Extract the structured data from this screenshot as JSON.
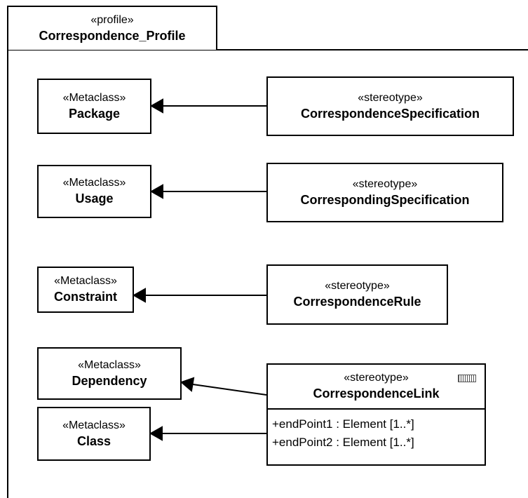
{
  "profile": {
    "stereotype": "«profile»",
    "name": "Correspondence_Profile"
  },
  "metaclasses": [
    {
      "stereotype": "«Metaclass»",
      "name": "Package"
    },
    {
      "stereotype": "«Metaclass»",
      "name": "Usage"
    },
    {
      "stereotype": "«Metaclass»",
      "name": "Constraint"
    },
    {
      "stereotype": "«Metaclass»",
      "name": "Dependency"
    },
    {
      "stereotype": "«Metaclass»",
      "name": "Class"
    }
  ],
  "stereotypes": [
    {
      "stereotype": "«stereotype»",
      "name": "CorrespondenceSpecification"
    },
    {
      "stereotype": "«stereotype»",
      "name": "CorrespondingSpecification"
    },
    {
      "stereotype": "«stereotype»",
      "name": "CorrespondenceRule"
    },
    {
      "stereotype": "«stereotype»",
      "name": "CorrespondenceLink",
      "attributes": [
        "+endPoint1 : Element [1..*]",
        "+endPoint2 : Element [1..*]"
      ]
    }
  ],
  "extensions": [
    {
      "from": "CorrespondenceSpecification",
      "to": "Package"
    },
    {
      "from": "CorrespondingSpecification",
      "to": "Usage"
    },
    {
      "from": "CorrespondenceRule",
      "to": "Constraint"
    },
    {
      "from": "CorrespondenceLink",
      "to": "Dependency"
    },
    {
      "from": "CorrespondenceLink",
      "to": "Class"
    }
  ]
}
